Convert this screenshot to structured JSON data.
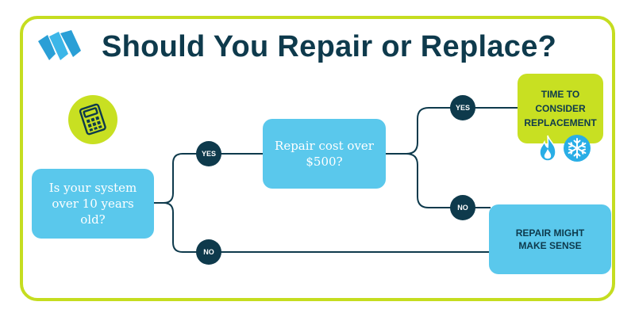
{
  "title": "Should You Repair or Replace?",
  "nodes": {
    "start": "Is your system over 10 years old?",
    "cost": "Repair cost over $500?",
    "replace": "TIME TO CONSIDER REPLACEMENT",
    "repair": "REPAIR MIGHT MAKE SENSE"
  },
  "edges": {
    "yes_1": "YES",
    "no_1": "NO",
    "yes_2": "YES",
    "no_2": "NO"
  },
  "icons": {
    "logo": "brand-logo-icon",
    "calculator": "calculator-icon",
    "flame": "flame-icon",
    "snowflake": "snowflake-icon"
  },
  "colors": {
    "border": "#c5dd20",
    "lime": "#c8e022",
    "blue": "#5ac8ec",
    "navy": "#0e3a4c",
    "logo_blue": "#2a9fd6"
  }
}
